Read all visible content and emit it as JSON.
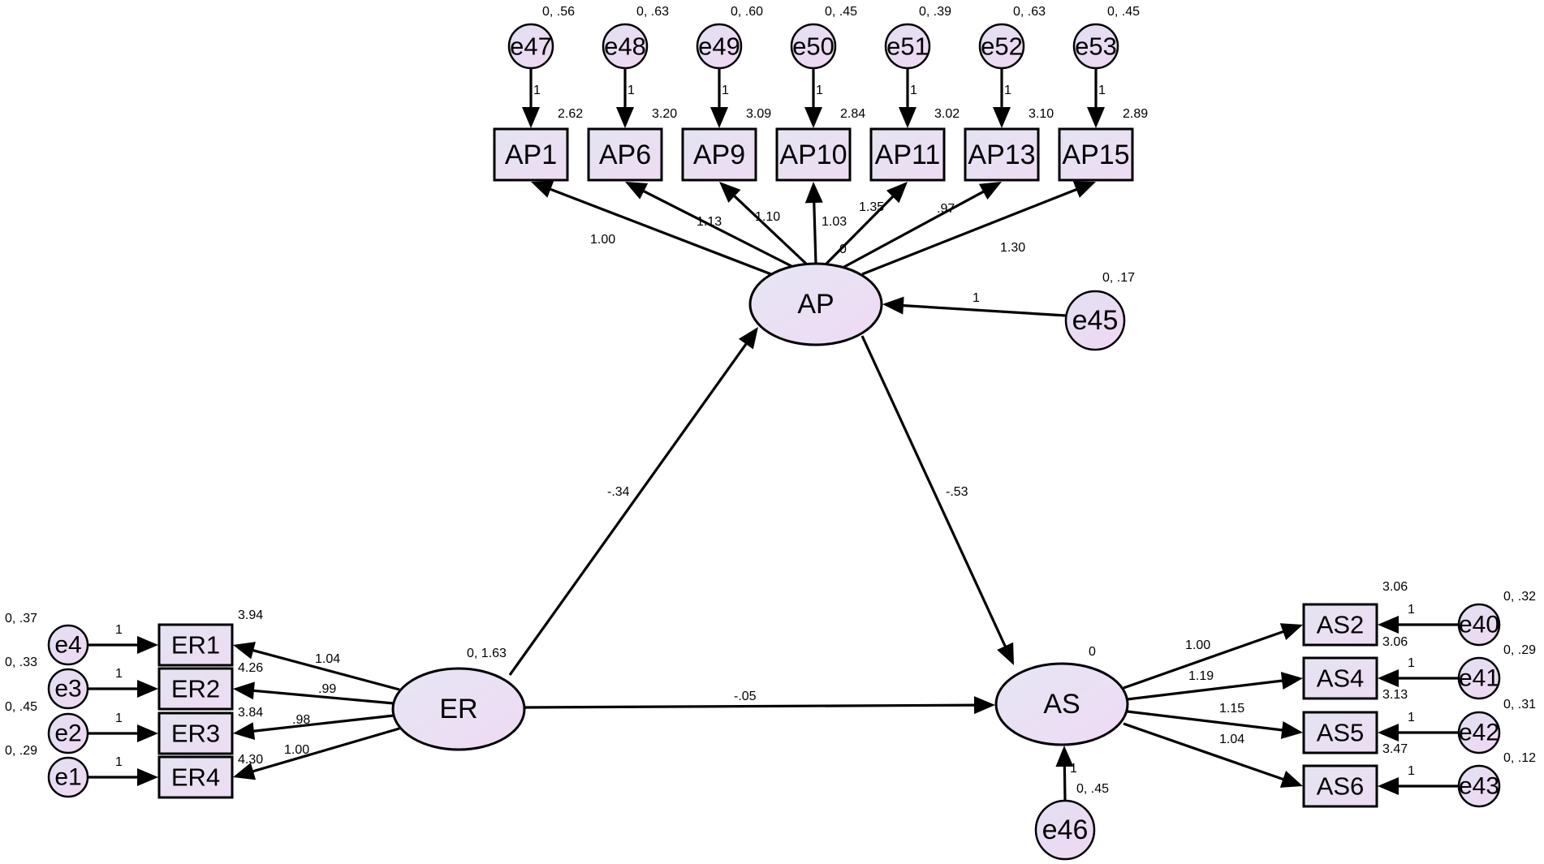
{
  "latents": {
    "AP": {
      "label": "AP",
      "param": "0"
    },
    "ER": {
      "label": "ER",
      "param": "0, 1.63"
    },
    "AS": {
      "label": "AS",
      "param": "0"
    }
  },
  "ap_indicators": [
    {
      "id": "AP1",
      "label": "AP1",
      "intercept": "2.62",
      "loading": "1.00",
      "err": "e47",
      "err_var": "0, .56",
      "err_path": "1"
    },
    {
      "id": "AP6",
      "label": "AP6",
      "intercept": "3.20",
      "loading": "1.13",
      "err": "e48",
      "err_var": "0, .63",
      "err_path": "1"
    },
    {
      "id": "AP9",
      "label": "AP9",
      "intercept": "3.09",
      "loading": "1.10",
      "err": "e49",
      "err_var": "0, .60",
      "err_path": "1"
    },
    {
      "id": "AP10",
      "label": "AP10",
      "intercept": "2.84",
      "loading": "1.03",
      "err": "e50",
      "err_var": "0, .45",
      "err_path": "1"
    },
    {
      "id": "AP11",
      "label": "AP11",
      "intercept": "3.02",
      "loading": "1.35",
      "err": "e51",
      "err_var": "0, .39",
      "err_path": "1"
    },
    {
      "id": "AP13",
      "label": "AP13",
      "intercept": "3.10",
      "loading": ".97",
      "err": "e52",
      "err_var": "0, .63",
      "err_path": "1"
    },
    {
      "id": "AP15",
      "label": "AP15",
      "intercept": "2.89",
      "loading": "1.30",
      "err": "e53",
      "err_var": "0, .45",
      "err_path": "1"
    }
  ],
  "er_indicators": [
    {
      "id": "ER1",
      "label": "ER1",
      "intercept": "3.94",
      "loading": "1.04",
      "err": "e4",
      "err_var": "0, .37",
      "err_path": "1"
    },
    {
      "id": "ER2",
      "label": "ER2",
      "intercept": "4.26",
      "loading": ".99",
      "err": "e3",
      "err_var": "0, .33",
      "err_path": "1"
    },
    {
      "id": "ER3",
      "label": "ER3",
      "intercept": "3.84",
      "loading": ".98",
      "err": "e2",
      "err_var": "0, .45",
      "err_path": "1"
    },
    {
      "id": "ER4",
      "label": "ER4",
      "intercept": "4.30",
      "loading": "1.00",
      "err": "e1",
      "err_var": "0, .29",
      "err_path": "1"
    }
  ],
  "as_indicators": [
    {
      "id": "AS2",
      "label": "AS2",
      "intercept": "3.06",
      "loading": "1.00",
      "err": "e40",
      "err_var": "0, .32",
      "err_path": "1"
    },
    {
      "id": "AS4",
      "label": "AS4",
      "intercept": "3.06",
      "loading": "1.19",
      "err": "e41",
      "err_var": "0, .29",
      "err_path": "1"
    },
    {
      "id": "AS5",
      "label": "AS5",
      "intercept": "3.13",
      "loading": "1.15",
      "err": "e42",
      "err_var": "0, .31",
      "err_path": "1"
    },
    {
      "id": "AS6",
      "label": "AS6",
      "intercept": "3.47",
      "loading": "1.04",
      "err": "e43",
      "err_var": "0, .12",
      "err_path": "1"
    }
  ],
  "disturbances": {
    "e45": {
      "label": "e45",
      "var": "0, .17",
      "path": "1"
    },
    "e46": {
      "label": "e46",
      "var": "0, .45",
      "path": "1"
    }
  },
  "structural": {
    "er_ap": "-.34",
    "ap_as": "-.53",
    "er_as": "-.05"
  }
}
